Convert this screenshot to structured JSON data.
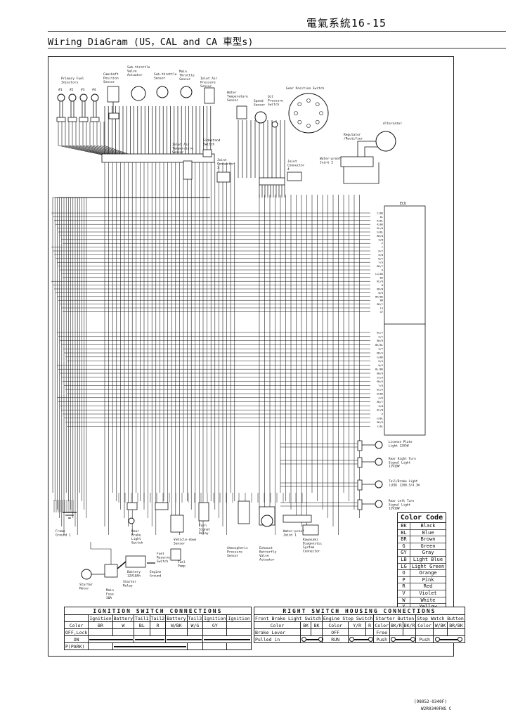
{
  "header": {
    "page_ref": "電氣系統16-15",
    "title": "Wiring DiaGram (US，CAL and CA 車型s)"
  },
  "components": {
    "primary_fuel_injectors": "Primary Fuel Injectors",
    "inj1": "#1",
    "inj2": "#2",
    "inj3": "#3",
    "inj4": "#4",
    "camshaft_sensor": "Camshaft Position Sensor",
    "sub_throttle_actuator": "Sub-throttle Valve Actuator",
    "sub_throttle_sensor": "Sub-throttle Sensor",
    "main_throttle_sensor": "Main Throttle Sensor",
    "inlet_air_pressure_sensor": "Inlet Air Pressure Sensor",
    "water_temp_sensor": "Water Temperature Sensor",
    "speed_sensor": "Speed Sensor",
    "oil_pressure_switch": "Oil Pressure Switch",
    "gear_position_switch": "Gear Position Switch",
    "alternator": "Alternator",
    "regulator_rectifier": "Regulator /Rectifier",
    "inlet_air_temp_sensor": "Inlet Air Temperature Sensor",
    "sidestand_switch": "Sidestand Switch",
    "joint_connector_3": "Joint Connector 3",
    "joint_connector_4": "Joint Connector 4",
    "waterproof_joint_2": "Water-proof Joint 2",
    "ecu": "ECU",
    "license_plate_light": "License Plate Light 12V5W",
    "rear_right_turn_light": "Rear Right Turn Signal Light 12V10W",
    "tail_brake_light": "Tail/Brake Light (LED) 12V0.5/4.1W",
    "rear_left_turn_light": "Rear Left Turn Signal Light 12V10W",
    "frame_ground_1": "Frame Ground 1",
    "rear_brake_light_switch": "Rear Brake Light Switch",
    "vehicle_down_sensor": "Vehicle-down Sensor",
    "turn_signal_relay": "Turn Signal Relay",
    "atmospheric_pressure_sensor": "Atmospheric Pressure Sensor",
    "exhaust_butterfly_valve_actuator": "Exhaust Butterfly Valve Actuator",
    "waterproof_joint_1": "Water-proof Joint 1",
    "kawasaki_diagnostic_connector": "Kawasaki Diagnostic System Connector",
    "fuel_reserve_switch": "Fuel Reserve Switch",
    "fuel_pump": "Fuel Pump",
    "battery": "Battery 12V10Ah",
    "engine_ground": "Engine Ground",
    "starter_relay": "Starter Relay",
    "starter_motor": "Starter Motor",
    "main_fuse": "Main Fuse 30A"
  },
  "ecu_pins_upper": [
    "Y/BK",
    "BL",
    "R/BL",
    "R/BK",
    "BL/W",
    "O/BL",
    "BR/W",
    "O/W",
    "P",
    "Y",
    "R/Y",
    "R/W",
    "W/Y",
    "Y/G",
    "BK/Y",
    "R",
    "LG/BK",
    "BK",
    "BL/R",
    "W",
    "BK/W",
    "W/R",
    "BR/BK",
    "BR",
    "BR/Y",
    "LG",
    "GY"
  ],
  "ecu_pins_lower": [
    "BL/Y",
    "O/Y",
    "BK/R",
    "BK/BL",
    "G/Y",
    "BK/G",
    "G/BK",
    "R/G",
    "W/G",
    "BL/BK",
    "BR/R",
    "GY/R",
    "BK/O",
    "Y/R",
    "BL/G",
    "W/BK",
    "G/R",
    "BK/Y",
    "G/W",
    "BL/W",
    "P",
    "G/BL",
    "BK/R",
    "Y/BL"
  ],
  "color_code": {
    "title": "Color Code",
    "rows": [
      {
        "code": "BK",
        "name": "Black"
      },
      {
        "code": "BL",
        "name": "Blue"
      },
      {
        "code": "BR",
        "name": "Brown"
      },
      {
        "code": "G",
        "name": "Green"
      },
      {
        "code": "GY",
        "name": "Gray"
      },
      {
        "code": "LB",
        "name": "Light Blue"
      },
      {
        "code": "LG",
        "name": "Light Green"
      },
      {
        "code": "O",
        "name": "Orange"
      },
      {
        "code": "P",
        "name": "Pink"
      },
      {
        "code": "R",
        "name": "Red"
      },
      {
        "code": "V",
        "name": "Violet"
      },
      {
        "code": "W",
        "name": "White"
      },
      {
        "code": "Y",
        "name": "Yellow"
      }
    ]
  },
  "ignition_table": {
    "title": "IGNITION SWITCH CONNECTIONS",
    "cols": [
      "Ignition",
      "Battery",
      "Tail1",
      "Tail2",
      "Battery",
      "Tail3",
      "Ignition",
      "Ignition"
    ],
    "color_label": "Color",
    "colors": [
      "BR",
      "W",
      "BL",
      "R",
      "W/BK",
      "W/G",
      "GY",
      ""
    ],
    "rows": [
      "OFF,Lock",
      "ON",
      "P(PARK)"
    ]
  },
  "right_switch_table": {
    "title": "RIGHT SWITCH HOUSING CONNECTIONS",
    "cols": [
      "Front Brake Light Switch",
      "Engine Stop Switch",
      "Starter Button",
      "Stop Watch Button"
    ],
    "color_label": "Color",
    "brake_colors": [
      "BK",
      "BK"
    ],
    "stop_colors": [
      "Y/R",
      "R"
    ],
    "starter_colors": [
      "BK/R",
      "BK/R"
    ],
    "watch_colors": [
      "W/BK",
      "BR/BK"
    ],
    "brake_rows": [
      "Brake Lever",
      "Pulled in"
    ],
    "stop_rows": [
      "OFF",
      "RUN"
    ],
    "starter_rows": [
      "Free",
      "Push"
    ],
    "watch_rows": [
      "Push"
    ]
  },
  "ref_code": "(98052-0340F)",
  "ref_code2": "W2R0340FWS C",
  "colors": {
    "line": "#111111",
    "paper": "#ffffff"
  }
}
